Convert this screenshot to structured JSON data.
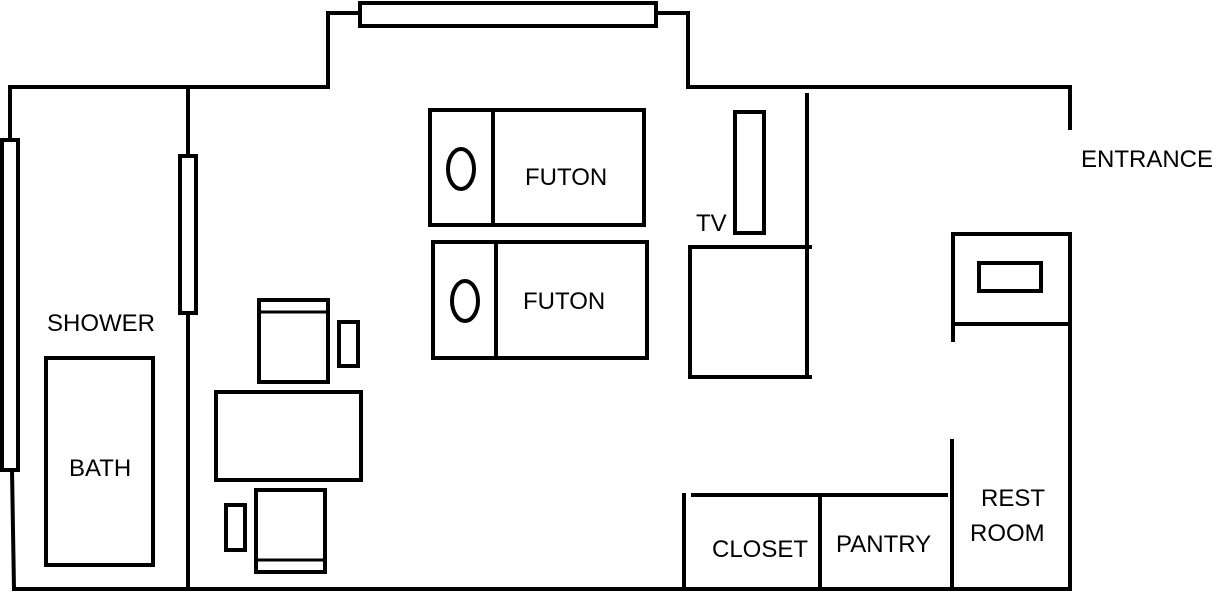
{
  "labels": {
    "futon_1": "FUTON",
    "futon_2": "FUTON",
    "tv": "TV",
    "entrance": "ENTRANCE",
    "shower": "SHOWER",
    "bath": "BATH",
    "closet": "CLOSET",
    "pantry": "PANTRY",
    "rest_room_line1": "REST",
    "rest_room_line2": "ROOM"
  },
  "colors": {
    "line": "#000000",
    "background": "#ffffff"
  }
}
